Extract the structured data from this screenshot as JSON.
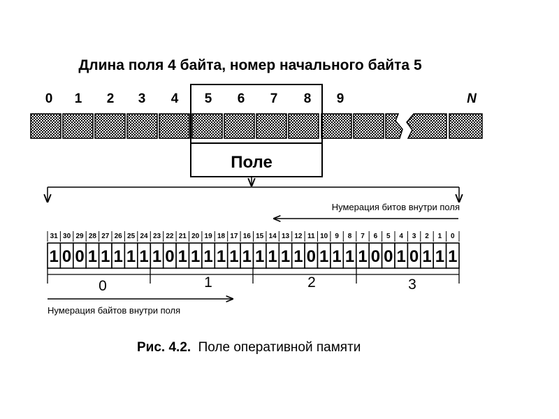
{
  "title": "Длина поля 4 байта, номер начального байта 5",
  "byte_indices": [
    "0",
    "1",
    "2",
    "3",
    "4",
    "5",
    "6",
    "7",
    "8",
    "9",
    "N"
  ],
  "field_label": "Поле",
  "bit_numbers": [
    "31",
    "30",
    "29",
    "28",
    "27",
    "26",
    "25",
    "24",
    "23",
    "22",
    "21",
    "20",
    "19",
    "18",
    "17",
    "16",
    "15",
    "14",
    "13",
    "12",
    "11",
    "10",
    "9",
    "8",
    "7",
    "6",
    "5",
    "4",
    "3",
    "2",
    "1",
    "0"
  ],
  "bits": [
    "1",
    "0",
    "0",
    "1",
    "1",
    "1",
    "1",
    "1",
    "1",
    "0",
    "1",
    "1",
    "1",
    "1",
    "1",
    "1",
    "1",
    "1",
    "1",
    "1",
    "0",
    "1",
    "1",
    "1",
    "1",
    "0",
    "0",
    "1",
    "0",
    "1",
    "1",
    "1"
  ],
  "byte_groups": [
    "0",
    "1",
    "2",
    "3"
  ],
  "bit_numbering_label": "Нумерация битов внутри поля",
  "byte_numbering_label": "Нумерация байтов внутри поля",
  "caption": {
    "prefix": "Рис. 4.2.",
    "text": "Поле оперативной памяти"
  }
}
